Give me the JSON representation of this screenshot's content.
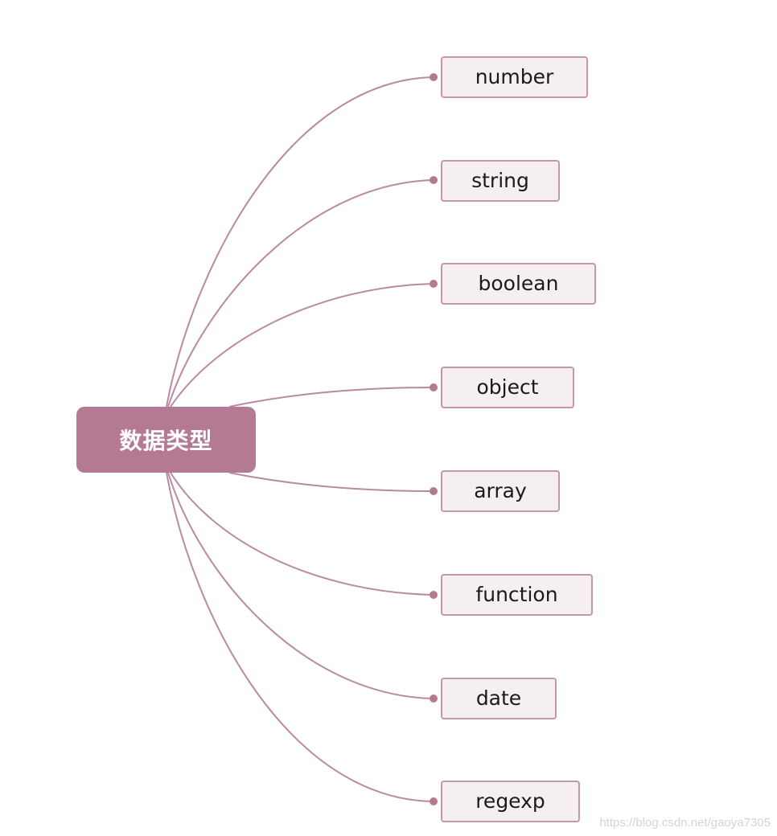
{
  "diagram": {
    "type": "mind-map",
    "root": {
      "label": "数据类型"
    },
    "children": [
      {
        "id": "number",
        "label": "number"
      },
      {
        "id": "string",
        "label": "string"
      },
      {
        "id": "boolean",
        "label": "boolean"
      },
      {
        "id": "object",
        "label": "object"
      },
      {
        "id": "array",
        "label": "array"
      },
      {
        "id": "function",
        "label": "function"
      },
      {
        "id": "date",
        "label": "date"
      },
      {
        "id": "regexp",
        "label": "regexp"
      }
    ],
    "colors": {
      "root_fill": "#b47a94",
      "root_text": "#ffffff",
      "node_fill": "#f6eff2",
      "node_border": "#c597ab",
      "connector": "#b98aa0",
      "connector_dot": "#b57a93"
    }
  },
  "watermark": "https://blog.csdn.net/gaoya7305"
}
